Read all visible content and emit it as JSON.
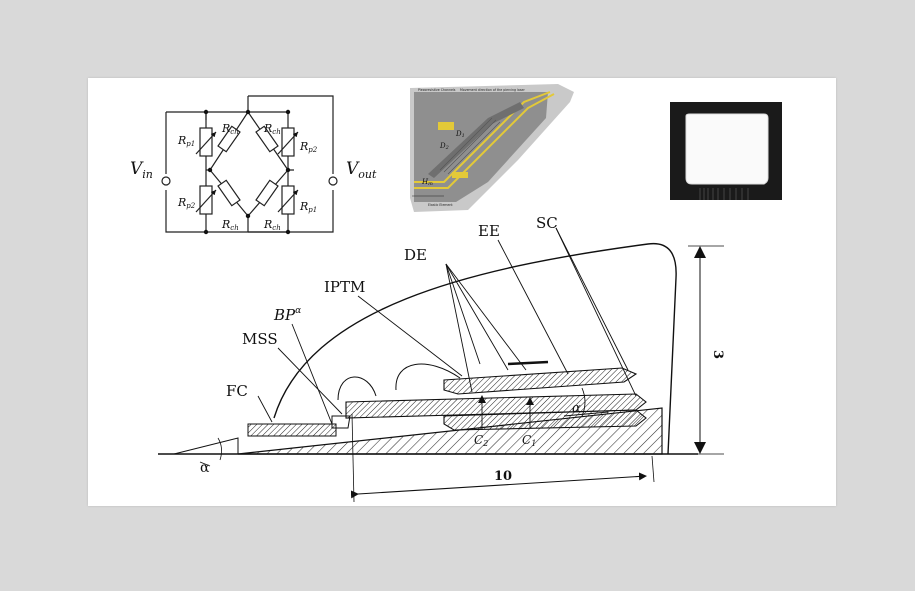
{
  "bridge": {
    "v_in": "V",
    "v_in_sub": "in",
    "v_out": "V",
    "v_out_sub": "out",
    "r_p1": "R",
    "r_p1_sub": "p1",
    "r_p2": "R",
    "r_p2_sub": "p2",
    "r_ch": "R",
    "r_ch_sub": "ch"
  },
  "sensor_render": {
    "label_channels": "Piezoresistive Channels",
    "label_direction": "Movement direction of the piercing laser",
    "label_d1": "D",
    "label_d1_sub": "1",
    "label_d2": "D",
    "label_d2_sub": "2",
    "label_h": "H",
    "label_h_sub": "m",
    "label_base": "Elastic Element",
    "accent_yellow": "#e3c938",
    "body_gray": "#9a9a9a"
  },
  "drawing": {
    "labels": {
      "de": "DE",
      "ee": "EE",
      "sc": "SC",
      "iptm": "IPTM",
      "bp": "BP",
      "bp_sup": "α",
      "mss": "MSS",
      "fc": "FC",
      "c2": "C",
      "c2_sub": "2",
      "c1": "C",
      "c1_sub": "1",
      "alpha_right": "α",
      "alpha_left": "α"
    },
    "dimensions": {
      "length": "10",
      "height": "3"
    }
  }
}
